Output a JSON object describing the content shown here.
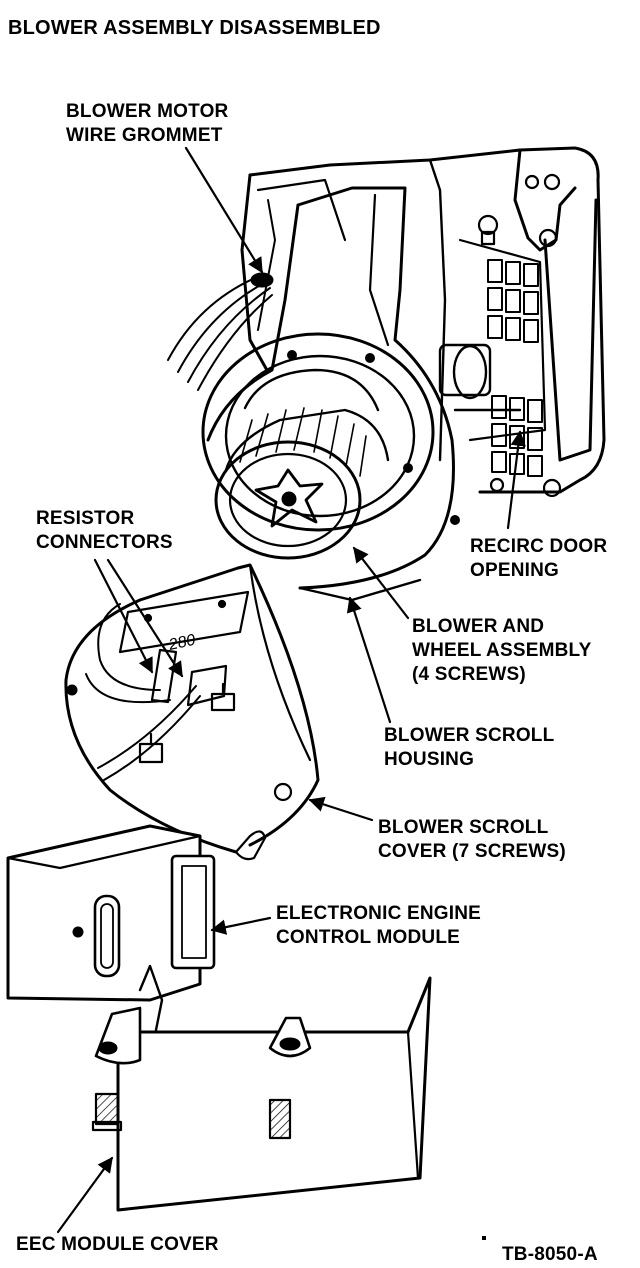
{
  "title": "BLOWER ASSEMBLY DISASSEMBLED",
  "figure_id": "TB-8050-A",
  "resistor_marking": "280",
  "labels": {
    "grommet": [
      "BLOWER MOTOR",
      "WIRE GROMMET"
    ],
    "resistor": [
      "RESISTOR",
      "CONNECTORS"
    ],
    "recirc": [
      "RECIRC DOOR",
      "OPENING"
    ],
    "wheel": [
      "BLOWER AND",
      "WHEEL ASSEMBLY",
      "(4 SCREWS)"
    ],
    "housing": [
      "BLOWER SCROLL",
      "HOUSING"
    ],
    "cover": [
      "BLOWER SCROLL",
      "COVER (7 SCREWS)"
    ],
    "eec": [
      "ELECTRONIC ENGINE",
      "CONTROL MODULE"
    ],
    "eec_cover": [
      "EEC MODULE COVER"
    ]
  }
}
